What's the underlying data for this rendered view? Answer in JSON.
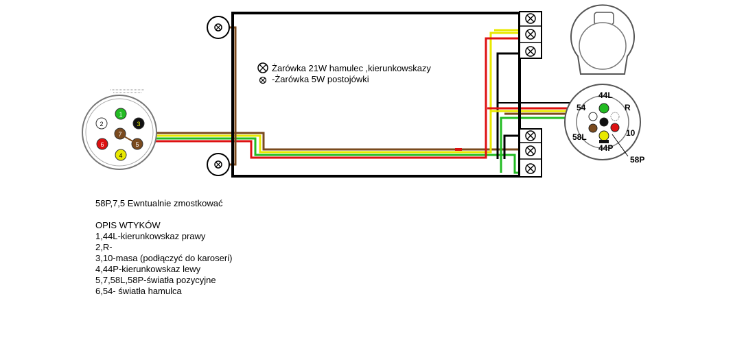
{
  "legend": {
    "bulb_21w": "Żarówka 21W hamulec ,kierunkowskazy",
    "bulb_5w": "-Żarówka 5W postojówki"
  },
  "socket_right": {
    "labels": [
      "44L",
      "R",
      "54",
      "10",
      "58L",
      "44P",
      "58P"
    ]
  },
  "socket_left": {
    "pins": [
      "1",
      "2",
      "3",
      "4",
      "5",
      "6",
      "7"
    ]
  },
  "notes": {
    "bridge_note": "58P,7,5 Ewntualnie zmostkować",
    "title": "OPIS WTYKÓW",
    "lines": [
      "1,44L-kierunkowskaz prawy",
      "2,R-",
      "3,10-masa (podłączyć do karoseri)",
      "4,44P-kierunkowskaz lewy",
      "5,7,58L,58P-światła pozycyjne",
      "6,54- światła hamulca"
    ]
  },
  "colors": {
    "brown": "#7a4a1e",
    "yellow": "#e8e800",
    "green": "#22bb22",
    "red": "#dd1111",
    "black": "#000000",
    "white_pin": "#ffffff"
  }
}
